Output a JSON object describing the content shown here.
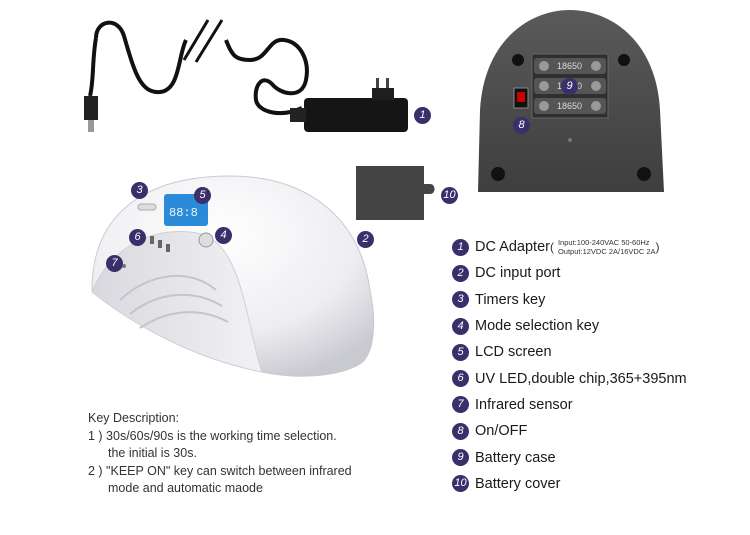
{
  "callouts": [
    "1",
    "2",
    "3",
    "4",
    "5",
    "6",
    "7",
    "8",
    "9",
    "10"
  ],
  "battery_label": "18650",
  "legend": [
    {
      "num": "1",
      "label": "DC Adapter",
      "spec_line1": "Input:100-240VAC 50-60Hz",
      "spec_line2": "Output:12VDC 2A/16VDC 2A"
    },
    {
      "num": "2",
      "label": "DC input port"
    },
    {
      "num": "3",
      "label": "Timers key"
    },
    {
      "num": "4",
      "label": "Mode selection key"
    },
    {
      "num": "5",
      "label": "LCD screen"
    },
    {
      "num": "6",
      "label": "UV LED,double chip,365+395nm"
    },
    {
      "num": "7",
      "label": "Infrared sensor"
    },
    {
      "num": "8",
      "label": "On/OFF"
    },
    {
      "num": "9",
      "label": "Battery case"
    },
    {
      "num": "10",
      "label": "Battery cover"
    }
  ],
  "key_description": {
    "title": "Key Description:",
    "line1": "1 ) 30s/60s/90s is the working time selection.",
    "line1b": "the initial is 30s.",
    "line2": "2 ) \"KEEP ON\" key can switch between infrared",
    "line2b": "mode and automatic maode"
  },
  "colors": {
    "badge": "#3a2f6b",
    "device_base": "#4a4a4a",
    "lamp": "#f3f3f5",
    "cable": "#111111"
  }
}
